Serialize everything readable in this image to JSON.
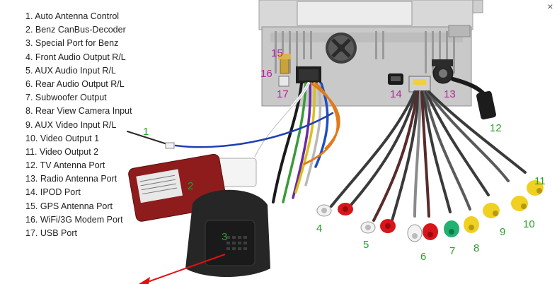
{
  "legend": [
    "1. Auto Antenna Control",
    "2. Benz CanBus-Decoder",
    "3. Special Port for Benz",
    "4. Front Audio Output R/L",
    "5. AUX Audio Input R/L",
    "6. Rear Audio Output R/L",
    "7. Subwoofer Output",
    "8. Rear View Camera Input",
    "9. AUX Video Input R/L",
    "10. Video Output 1",
    "11. Video Output 2",
    "12. TV Antenna Port",
    "13. Radio Antenna Port",
    "14. IPOD Port",
    "15. GPS Antenna Port",
    "16. WiFi/3G Modem Port",
    "17. USB Port"
  ],
  "callouts": {
    "n1": "1",
    "n2": "2",
    "n3": "3",
    "n4": "4",
    "n5": "5",
    "n6": "6",
    "n7": "7",
    "n8": "8",
    "n9": "9",
    "n10": "10",
    "n11": "11",
    "n12": "12",
    "n13": "13",
    "n14": "14",
    "n15": "15",
    "n16": "16",
    "n17": "17"
  },
  "close_label": "×",
  "colors": {
    "green_label": "#2a9d2a",
    "purple_label": "#b0279a",
    "arrow": "#e01010",
    "decoder": "#8e1c1c"
  }
}
